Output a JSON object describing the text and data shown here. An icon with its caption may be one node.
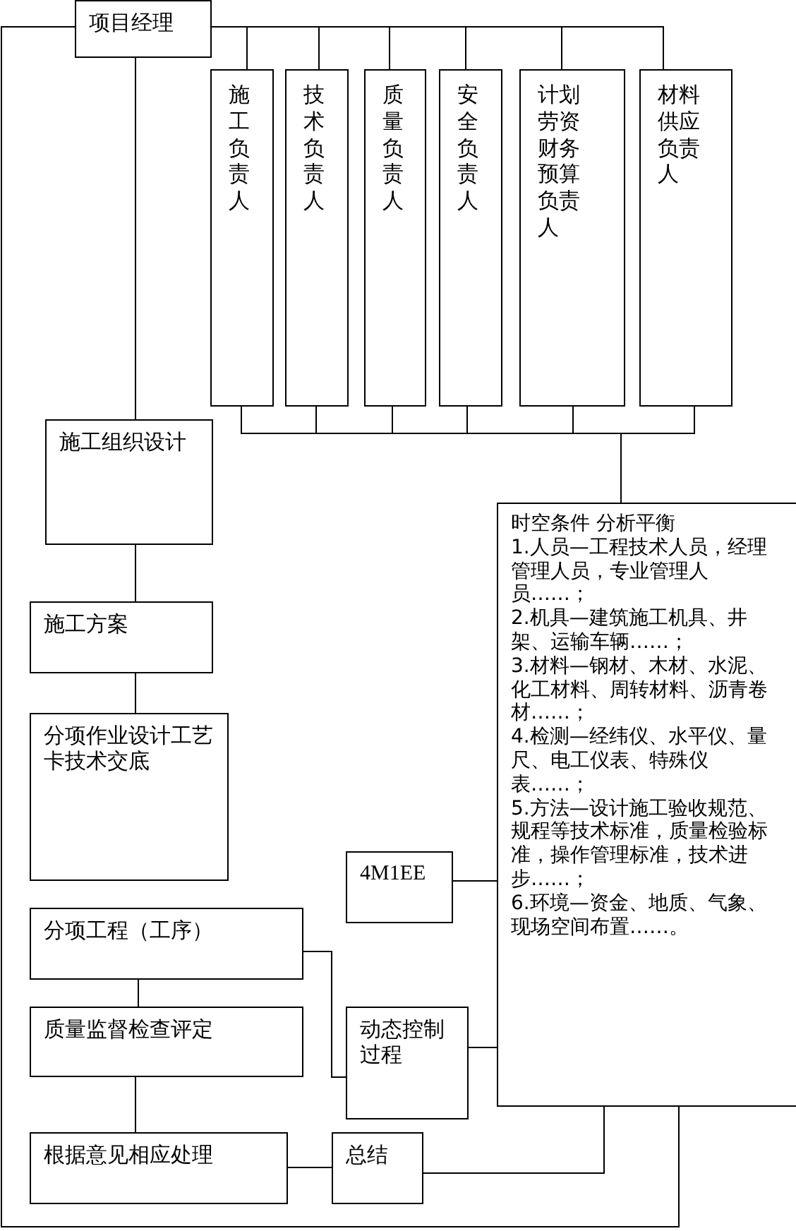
{
  "diagram": {
    "nodes": [
      {
        "text": [
          "项目经理"
        ]
      },
      {
        "text": [
          "施工负责人"
        ]
      },
      {
        "text": [
          "技术负责人"
        ]
      },
      {
        "text": [
          "质量负责人"
        ]
      },
      {
        "text": [
          "安全负责人"
        ]
      },
      {
        "text": [
          "计划劳资财务预算负责人"
        ]
      },
      {
        "text": [
          "材料供应负责人"
        ]
      },
      {
        "text": [
          "施工组织设计"
        ]
      },
      {
        "text": [
          "施工方案"
        ]
      },
      {
        "text": [
          "分项作业设计工艺卡技术交底"
        ]
      },
      {
        "text": [
          "4M1EE"
        ]
      },
      {
        "text": [
          "时空条件  分析平衡",
          "1.人员—工程技术人员，经理管理人员，专业管理人员……；",
          "2.机具—建筑施工机具、井架、运输车辆……；",
          "3.材料—钢材、木材、水泥、化工材料、周转材料、沥青卷材……；",
          "4.检测—经纬仪、水平仪、量尺、电工仪表、特殊仪表……；",
          "5.方法—设计施工验收规范、规程等技术标准，质量检验标准，操作管理标准，技术进步……；",
          "6.环境—资金、地质、气象、现场空间布置……。"
        ]
      },
      {
        "text": [
          "分项工程（工序）"
        ]
      },
      {
        "text": [
          "质量监督检查评定"
        ]
      },
      {
        "text": [
          "动态控制过程"
        ]
      },
      {
        "text": [
          "根据意见相应处理"
        ]
      },
      {
        "text": [
          "总结"
        ]
      }
    ],
    "edges": [
      {
        "from": 0,
        "to": 1,
        "arrow": "none"
      },
      {
        "from": 0,
        "to": 2,
        "arrow": "none"
      },
      {
        "from": 0,
        "to": 3,
        "arrow": "none"
      },
      {
        "from": 0,
        "to": 4,
        "arrow": "none"
      },
      {
        "from": 0,
        "to": 5,
        "arrow": "none"
      },
      {
        "from": 0,
        "to": 6,
        "arrow": "none"
      },
      {
        "from": 1,
        "to": 11,
        "arrow": "none"
      },
      {
        "from": 2,
        "to": 11,
        "arrow": "none"
      },
      {
        "from": 3,
        "to": 11,
        "arrow": "none"
      },
      {
        "from": 4,
        "to": 11,
        "arrow": "none"
      },
      {
        "from": 5,
        "to": 11,
        "arrow": "none"
      },
      {
        "from": 6,
        "to": 11,
        "arrow": "none"
      },
      {
        "from": 0,
        "to": 7,
        "arrow": "none"
      },
      {
        "from": 7,
        "to": 8,
        "arrow": "none"
      },
      {
        "from": 8,
        "to": 9,
        "arrow": "none"
      },
      {
        "from": 0,
        "to": 11,
        "arrow": "none"
      },
      {
        "from": 10,
        "to": 11,
        "arrow": "none"
      },
      {
        "from": 12,
        "to": 13,
        "arrow": "none"
      },
      {
        "from": 12,
        "to": 14,
        "arrow": "none"
      },
      {
        "from": 14,
        "to": 11,
        "arrow": "none"
      },
      {
        "from": 13,
        "to": 15,
        "arrow": "none"
      },
      {
        "from": 15,
        "to": 16,
        "arrow": "none"
      },
      {
        "from": 16,
        "to": 11,
        "arrow": "none"
      }
    ]
  }
}
